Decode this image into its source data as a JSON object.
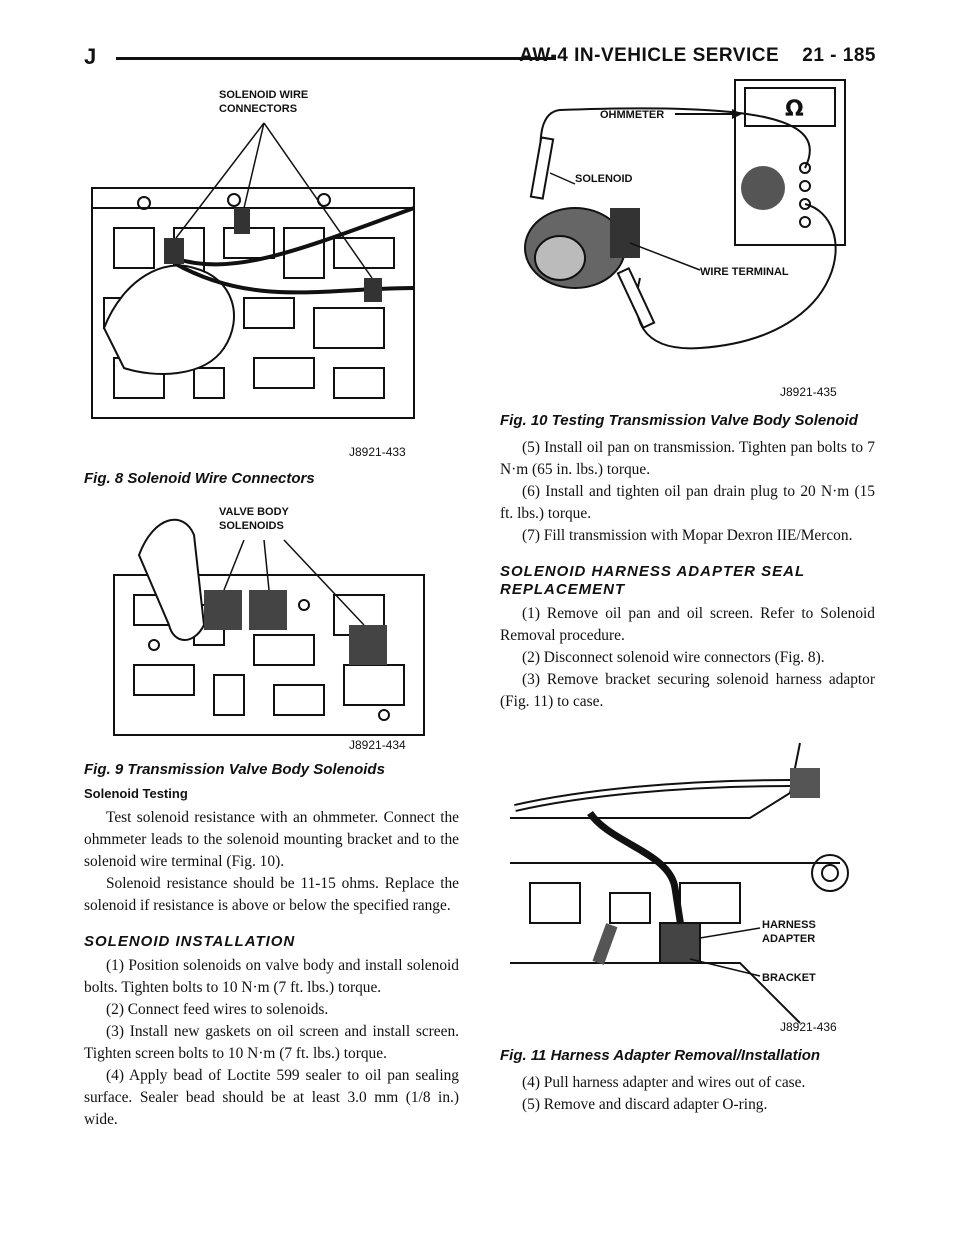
{
  "header": {
    "letter": "J",
    "title": "AW-4 IN-VEHICLE SERVICE    21 - 185"
  },
  "fig8": {
    "labels": [
      "SOLENOID WIRE",
      "CONNECTORS"
    ],
    "id": "J8921-433",
    "caption": "Fig. 8 Solenoid Wire Connectors"
  },
  "fig9": {
    "labels": [
      "VALVE BODY",
      "SOLENOIDS"
    ],
    "id": "J8921-434",
    "caption": "Fig. 9 Transmission Valve Body Solenoids"
  },
  "fig10": {
    "ohmmeter": "OHMMETER",
    "omega": "Ω",
    "solenoid": "SOLENOID",
    "wire_terminal": "WIRE TERMINAL",
    "id": "J8921-435",
    "caption": "Fig. 10 Testing Transmission Valve Body Solenoid"
  },
  "fig11": {
    "harness": "HARNESS",
    "adapter": "ADAPTER",
    "bracket": "BRACKET",
    "id": "J8921-436",
    "caption": "Fig. 11 Harness Adapter Removal/Installation"
  },
  "left": {
    "testing_head": "Solenoid Testing",
    "testing_p1": "Test solenoid resistance with an ohmmeter. Connect the ohmmeter leads to the solenoid mounting bracket and to the solenoid wire terminal (Fig. 10).",
    "testing_p2": "Solenoid resistance should be 11-15 ohms. Replace the solenoid if resistance is above or below the specified range.",
    "install_head": "SOLENOID INSTALLATION",
    "install_1": "(1) Position solenoids on valve body and install solenoid bolts. Tighten bolts to 10 N·m (7 ft. lbs.) torque.",
    "install_2": "(2) Connect feed wires to solenoids.",
    "install_3": "(3) Install new gaskets on oil screen and install screen. Tighten screen bolts to 10 N·m (7 ft. lbs.) torque.",
    "install_4": "(4) Apply bead of Loctite 599 sealer to oil pan sealing surface. Sealer bead should be at least 3.0 mm (1/8 in.) wide."
  },
  "right": {
    "install_5": "(5) Install oil pan on transmission. Tighten pan bolts to 7 N·m (65 in. lbs.) torque.",
    "install_6": "(6) Install and tighten oil pan drain plug to 20 N·m (15 ft. lbs.) torque.",
    "install_7": "(7) Fill transmission with Mopar Dexron IIE/Mercon.",
    "harness_head": "SOLENOID HARNESS ADAPTER SEAL REPLACEMENT",
    "harness_1": "(1) Remove oil pan and oil screen. Refer to Solenoid Removal procedure.",
    "harness_2": "(2) Disconnect solenoid wire connectors (Fig. 8).",
    "harness_3": "(3) Remove bracket securing solenoid harness adaptor (Fig. 11) to case.",
    "harness_4": "(4) Pull harness adapter and wires out of case.",
    "harness_5": "(5) Remove and discard adapter O-ring."
  }
}
